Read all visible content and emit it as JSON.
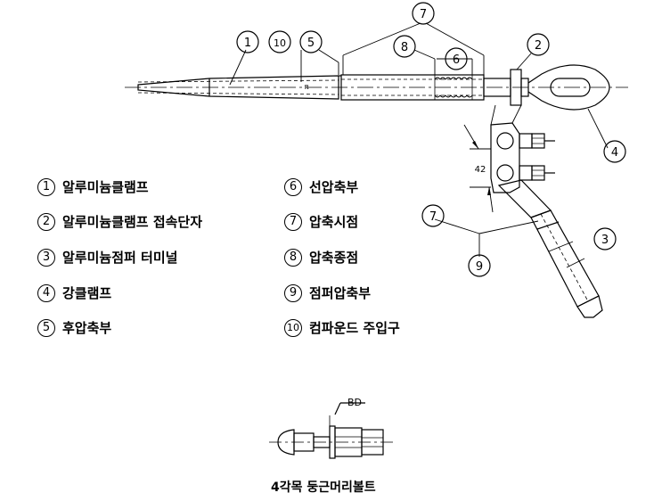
{
  "callouts": {
    "c1": "1",
    "c2": "2",
    "c3": "3",
    "c4": "4",
    "c5": "5",
    "c6": "6",
    "c7": "7",
    "c8": "8",
    "c9": "9",
    "c10": "10"
  },
  "dimension": {
    "gap": "42",
    "marker": "π"
  },
  "legend": [
    {
      "num": "1",
      "label": "알루미늄클램프"
    },
    {
      "num": "2",
      "label": "알루미늄클램프 접속단자"
    },
    {
      "num": "3",
      "label": "알루미늄점퍼 터미널"
    },
    {
      "num": "4",
      "label": "강클램프"
    },
    {
      "num": "5",
      "label": "후압축부"
    },
    {
      "num": "6",
      "label": "선압축부"
    },
    {
      "num": "7",
      "label": "압축시점"
    },
    {
      "num": "8",
      "label": "압축종점"
    },
    {
      "num": "9",
      "label": "점퍼압축부"
    },
    {
      "num": "10",
      "label": "컴파운드 주입구"
    }
  ],
  "bolt": {
    "tag": "BD",
    "caption": "4각목 둥근머리볼트"
  }
}
